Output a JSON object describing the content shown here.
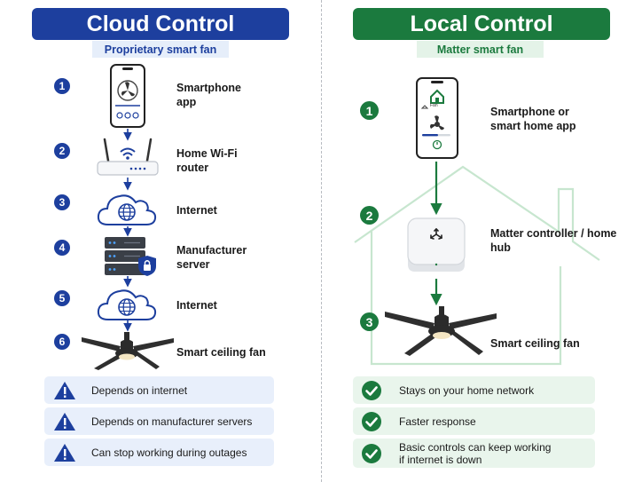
{
  "colors": {
    "cloud_blue": "#1d3f9e",
    "local_green": "#1b7a3e",
    "cloud_note_bg": "#e8effb",
    "local_note_bg": "#e9f5ec"
  },
  "cloud": {
    "title": "Cloud Control",
    "subtitle": "Proprietary smart fan",
    "steps": [
      {
        "num": "1",
        "label": "Smartphone app",
        "icon": "smartphone-icon"
      },
      {
        "num": "2",
        "label": "Home Wi-Fi router",
        "icon": "router-icon"
      },
      {
        "num": "3",
        "label": "Internet",
        "icon": "cloud-globe-icon"
      },
      {
        "num": "4",
        "label": "Manufacturer server",
        "icon": "server-lock-icon"
      },
      {
        "num": "5",
        "label": "Internet",
        "icon": "cloud-globe-icon"
      },
      {
        "num": "6",
        "label": "Smart ceiling fan",
        "icon": "ceiling-fan-icon"
      }
    ],
    "notes": [
      {
        "icon": "warning-icon",
        "text": "Depends on internet"
      },
      {
        "icon": "warning-icon",
        "text": "Depends on manufacturer servers"
      },
      {
        "icon": "warning-icon",
        "text": "Can stop working during outages"
      }
    ]
  },
  "local": {
    "title": "Local Control",
    "subtitle": "Matter smart fan",
    "steps": [
      {
        "num": "1",
        "label": "Smartphone or smart home app",
        "icon": "smartphone-home-app-icon"
      },
      {
        "num": "2",
        "label": "Matter controller / home hub",
        "icon": "home-hub-icon"
      },
      {
        "num": "3",
        "label": "Smart ceiling fan",
        "icon": "ceiling-fan-icon"
      }
    ],
    "phone_app_text": "Fan",
    "notes": [
      {
        "icon": "check-icon",
        "text": "Stays on your home network"
      },
      {
        "icon": "check-icon",
        "text": "Faster response"
      },
      {
        "icon": "check-icon",
        "text": "Basic controls can keep working if internet is down"
      }
    ]
  }
}
